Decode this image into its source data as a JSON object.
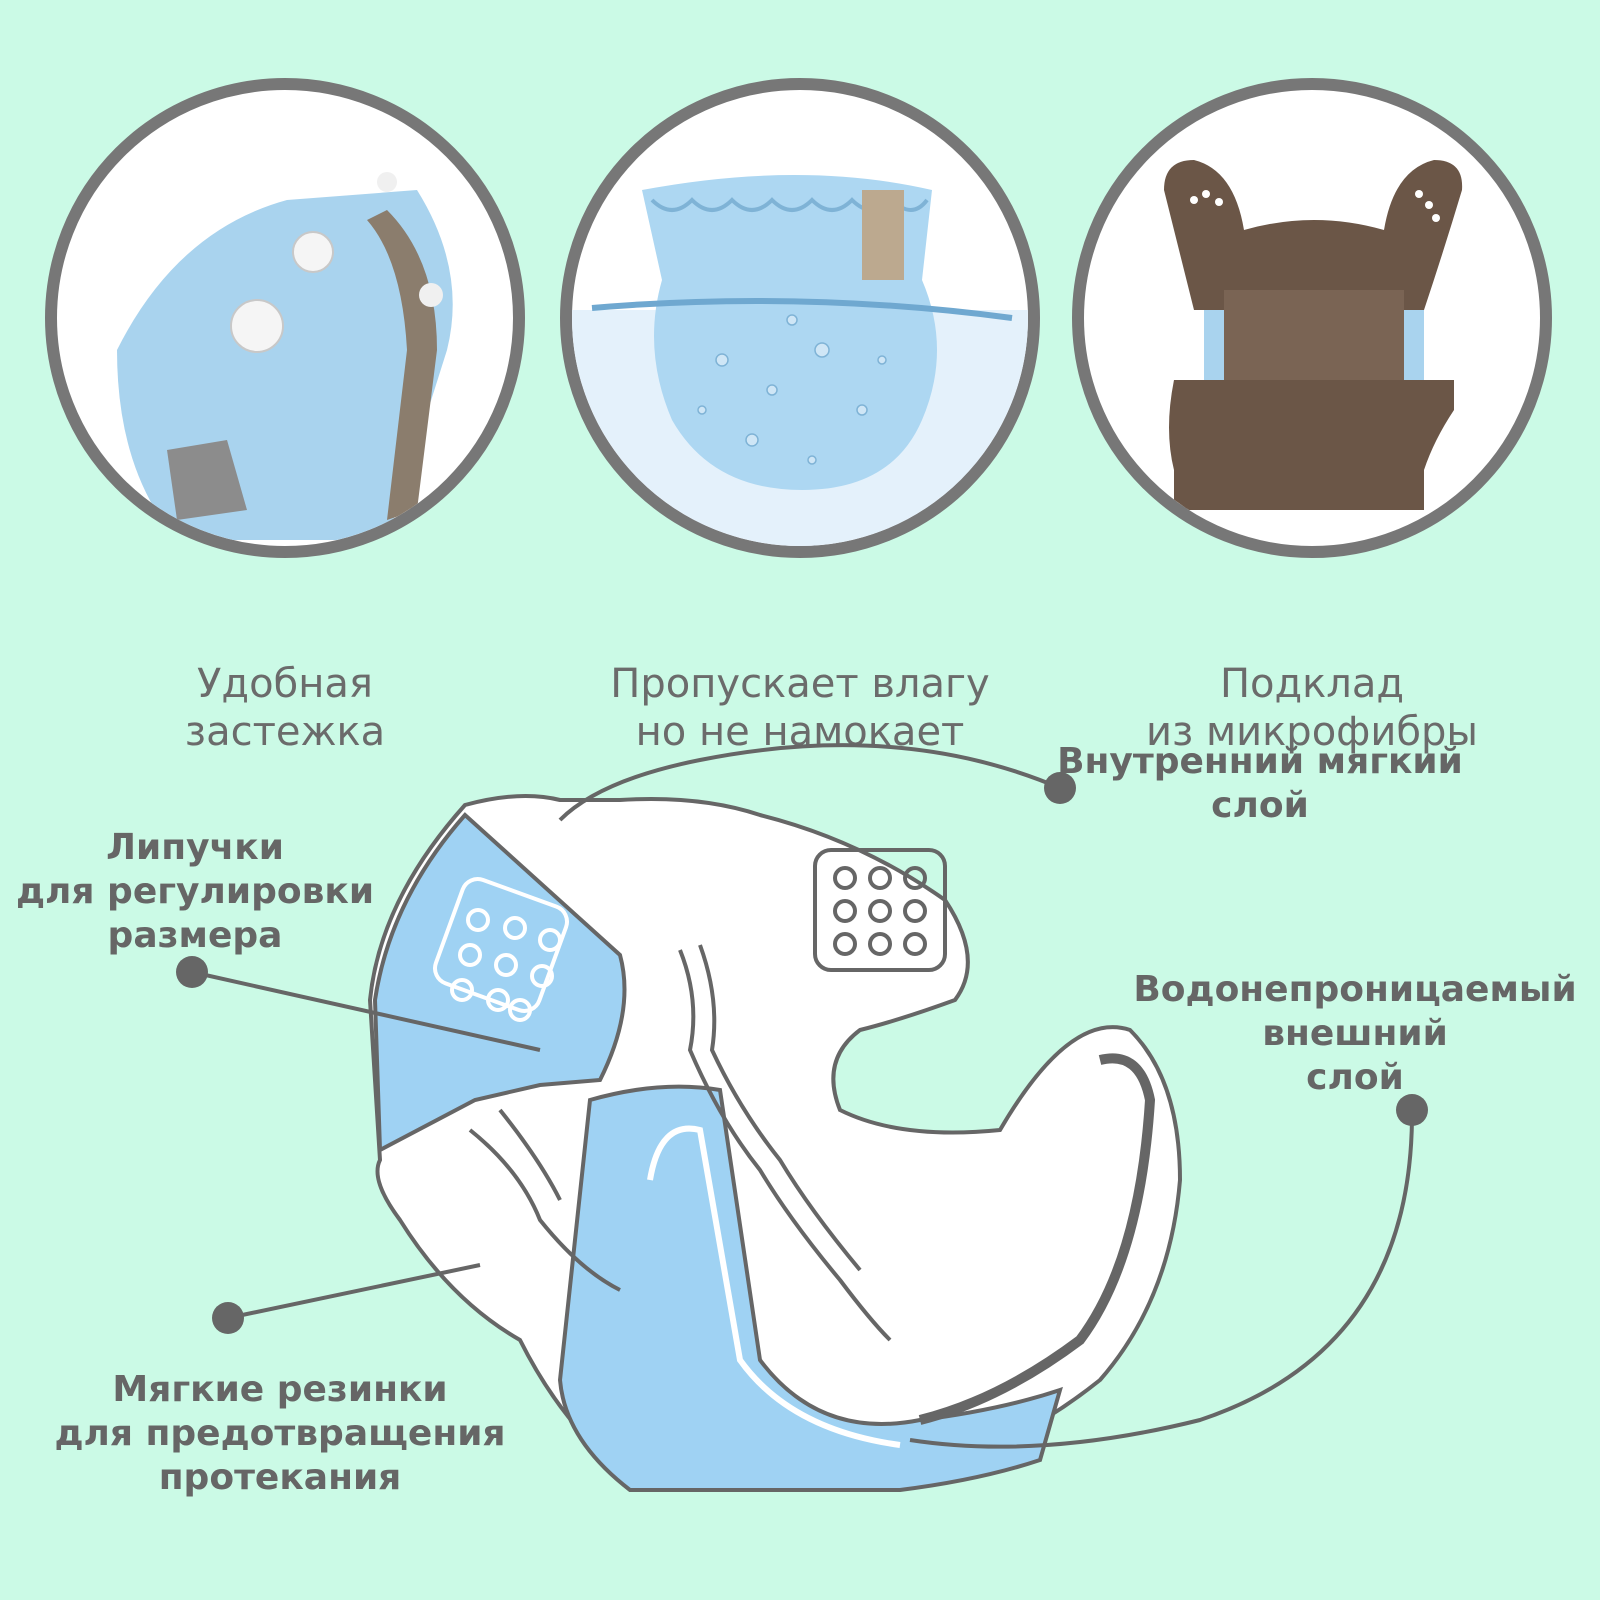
{
  "features": [
    {
      "label": "Удобная\nзастежка",
      "icon": "snap-fastener-photo"
    },
    {
      "label": "Пропускает влагу\nно не намокает",
      "icon": "water-splash-photo"
    },
    {
      "label": "Подклад\nиз микрофибры",
      "icon": "microfiber-lining-photo"
    }
  ],
  "callouts": {
    "inner_layer": "Внутренний мягкий\nслой",
    "velcro": "Липучки\nдля регулировки\nразмера",
    "waterproof": "Водонепроницаемый\nвнешний\nслой",
    "elastics": "Мягкие резинки\nдля предотвращения\nпротекания"
  },
  "colors": {
    "background": "#cbfae6",
    "circle_border": "#777777",
    "diaper_blue": "#9fd2f3",
    "line_gray": "#666666"
  }
}
